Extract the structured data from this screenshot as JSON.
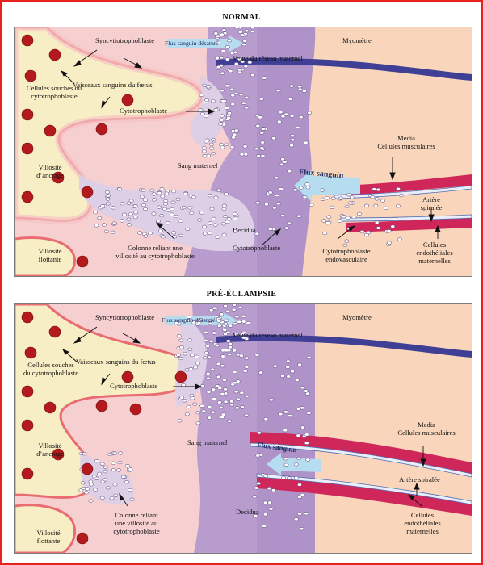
{
  "normal": {
    "title": "NORMAL",
    "labels": {
      "syncytio": "Syncytiotrophoblaste",
      "flux_desature": "Flux sanguin désaturé",
      "myometre": "Myomètre",
      "veine": "Veine du réseau maternel",
      "cellules_souches_l1": "Cellules souches du",
      "cellules_souches_l2": "cytotrophoblaste",
      "vaisseaux": "Vaisseaux sanguins du fœtus",
      "cytotrophoblaste": "Cytotrophoblaste",
      "media_l1": "Media",
      "media_l2": "Cellules musculaires",
      "villosite_ancrage_l1": "Villosité",
      "villosite_ancrage_l2": "d’ancrage",
      "sang_maternel": "Sang maternel",
      "flux_sanguin": "Flux sanguin",
      "artere_l1": "Artère",
      "artere_l2": "spiralée",
      "decidua": "Decidua",
      "cytotrophoblaste2": "Cytotrophoblaste",
      "endo_l1": "Cytotrophoblaste",
      "endo_l2": "endovasculaire",
      "cell_endo_l1": "Cellules",
      "cell_endo_l2": "endothéliales",
      "cell_endo_l3": "maternelles",
      "villosite_flottante_l1": "Villosité",
      "villosite_flottante_l2": "flottante",
      "colonne_l1": "Colonne reliant une",
      "colonne_l2": "villosité au cytotrophoblaste"
    }
  },
  "preeclampsie": {
    "title": "PRÉ-ÉCLAMPSIE",
    "labels": {
      "syncytio": "Syncytiotrophoblaste",
      "flux_desature": "Flux sanguin désaturé",
      "myometre": "Myomètre",
      "veine": "Veine du réseau maternel",
      "cellules_souches_l1": "Cellules souches",
      "cellules_souches_l2": "du cytotrophoblaste",
      "vaisseaux": "Vaisseaux sanguins du fœtus",
      "cytotrophoblaste": "Cytotrophoblaste",
      "media_l1": "Media",
      "media_l2": "Cellules musculaires",
      "sang_maternel": "Sang maternel",
      "flux_sanguin": "Flux sanguin",
      "villosite_ancrage_l1": "Villosité",
      "villosite_ancrage_l2": "d’ancrage",
      "artere": "Artère spiralée",
      "decidua": "Decidua",
      "cell_endo_l1": "Cellules",
      "cell_endo_l2": "endothéliales",
      "cell_endo_l3": "maternelles",
      "colonne_l1": "Colonne reliant",
      "colonne_l2": "une villosité au",
      "colonne_l3": "cytotrophoblaste",
      "villosite_flottante_l1": "Villosité",
      "villosite_flottante_l2": "flottante"
    }
  },
  "colors": {
    "frame": "#e8231f",
    "maternal_blood": "#f7d0cf",
    "villus": "#f9efc6",
    "decidua": "#b9a2cf",
    "myometrium": "#f9d4b6",
    "vein": "#3e3f95",
    "artery": "#cf2759",
    "rbc": "#b3191d",
    "flow_arrow": "#b6dcef"
  }
}
